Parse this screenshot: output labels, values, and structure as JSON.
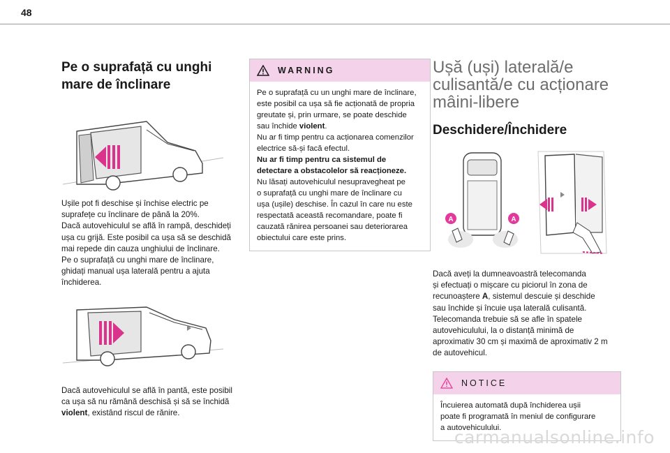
{
  "page_number": "48",
  "col1": {
    "title_line1": "Pe o suprafață cu unghi",
    "title_line2": "mare de înclinare",
    "paragraph1": [
      "Ușile pot fi deschise și închise electric pe",
      "suprafețe cu înclinare de până la 20%.",
      "Dacă autovehiculul se află în rampă, deschideți",
      "ușa cu grijă. Este posibil ca ușa să se deschidă",
      "mai repede din cauza unghiului de înclinare.",
      "Pe o suprafață cu unghi mare de înclinare,",
      "ghidați manual ușa laterală pentru a ajuta",
      "închiderea."
    ],
    "paragraph2_line1": "Dacă autovehiculul se află în pantă, este posibil",
    "paragraph2_line2": "ca ușa să nu rămână deschisă și să se închidă",
    "paragraph2_line3_bold": "violent",
    "paragraph2_line3_rest": ", existând riscul de rănire."
  },
  "warning": {
    "label": "WARNING",
    "l1": "Pe o suprafață cu un unghi mare de înclinare,",
    "l2": "este posibil ca ușa să fie acționată de propria",
    "l3": "greutate și, prin urmare, se poate deschide",
    "l4a": "sau închide ",
    "l4b": "violent",
    "l4c": ".",
    "l5": "Nu ar fi timp pentru ca acționarea comenzilor",
    "l6": "electrice să-și facă efectul.",
    "l7": "Nu ar fi timp pentru ca sistemul de",
    "l8": "detectare a obstacolelor să reacționeze.",
    "l9": "Nu lăsați autovehiculul nesupravegheat pe",
    "l10": "o suprafață cu unghi mare de înclinare cu",
    "l11": "ușa (ușile) deschise. În cazul în care nu este",
    "l12": "respectată această recomandare, poate fi",
    "l13": "cauzată rănirea persoanei sau deteriorarea",
    "l14": "obiectului care este prins."
  },
  "col3": {
    "title_line1": "Ușă (uși) laterală/e",
    "title_line2": "culisantă/e cu acționare",
    "title_line3": "mâini-libere",
    "subtitle": "Deschidere/Închidere",
    "marker_a": "A",
    "p1": "Dacă aveți la dumneavoastră telecomanda",
    "p2": "și efectuați o mișcare cu piciorul în zona de",
    "p3a": "recunoaștere ",
    "p3b": "A",
    "p3c": ", sistemul descuie și deschide",
    "p4": "sau închide și încuie ușa laterală culisantă.",
    "p5": "Telecomanda trebuie să se afle în spatele",
    "p6": "autovehiculului, la o distanță minimă de",
    "p7": "aproximativ 30 cm și maximă de aproximativ 2 m",
    "p8": "de autovehicul."
  },
  "notice": {
    "label": "NOTICE",
    "l1": "Încuierea automată după închiderea ușii",
    "l2": "poate fi programată în meniul de configurare",
    "l3": "a autovehiculului."
  },
  "watermark": "carmanualsonline.info",
  "colors": {
    "accent_pink": "#e4399b",
    "box_header": "#f4d3ea",
    "arrow_pink": "#d9338b"
  }
}
